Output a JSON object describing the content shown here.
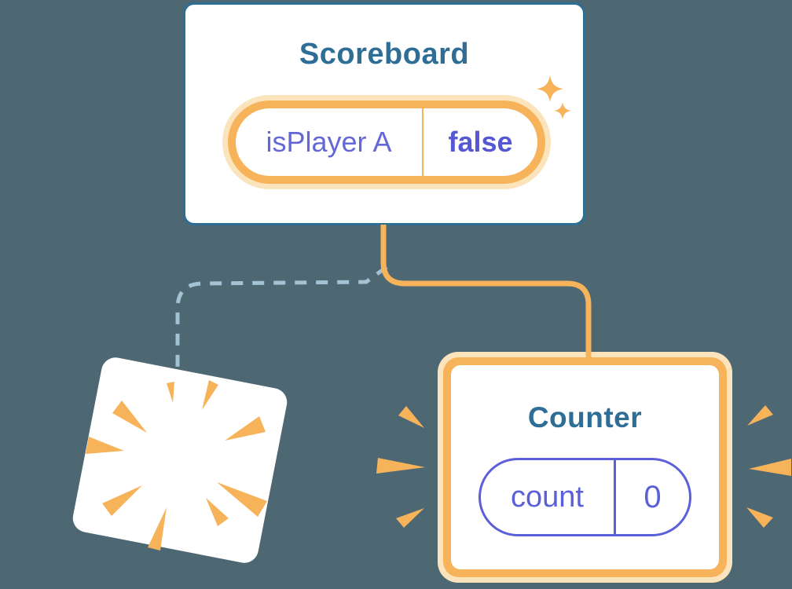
{
  "diagram": {
    "description": "Component tree state diagram: Scoreboard parent, old child destroyed (poof), new Counter child created",
    "background_color": "#4D6773"
  },
  "scoreboard": {
    "title": "Scoreboard",
    "state_pill": {
      "label": "isPlayer A",
      "value": "false"
    }
  },
  "counter": {
    "title": "Counter",
    "state_pill": {
      "label": "count",
      "value": "0"
    }
  },
  "icons": {
    "sparkles": "sparkles-icon",
    "poof_burst": "poof-burst-icon",
    "emphasis_left": "emphasis-burst-left-icon",
    "emphasis_right": "emphasis-burst-right-icon"
  },
  "colors": {
    "background": "#4D6773",
    "card_border_blue": "#2D6E94",
    "title_teal": "#2E6E96",
    "orange_strong": "#F6B35A",
    "orange_pale": "#FBE4BB",
    "purple": "#5C60D8",
    "purple_bold": "#5558D2",
    "dashed_connector_blue": "#A3C2D3",
    "card_fill": "#FFFFFF"
  }
}
